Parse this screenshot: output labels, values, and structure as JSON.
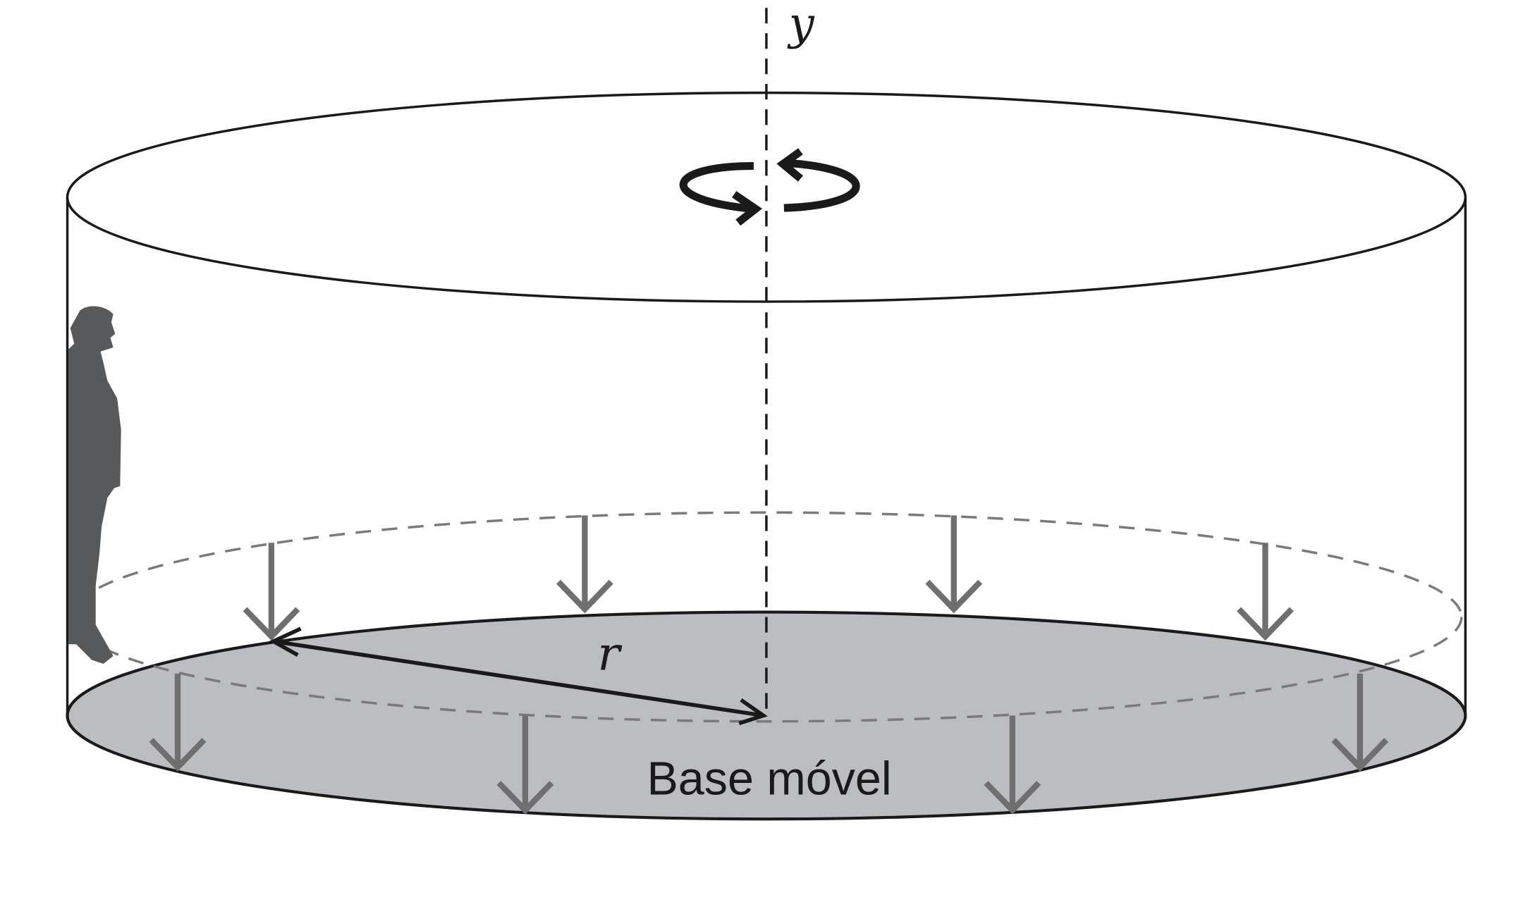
{
  "diagram": {
    "axis_label": "y",
    "radius_label": "r",
    "base_label": "Base móvel",
    "colors": {
      "outline": "#1a1a1a",
      "base_fill": "#bcbdc0",
      "force_arrow": "#6f6f6f",
      "person": "#58595b",
      "dashed_circle": "#7a7a7a"
    },
    "icons": [
      "person-silhouette-icon",
      "rotation-arrow-icon",
      "force-arrow-icon"
    ]
  }
}
